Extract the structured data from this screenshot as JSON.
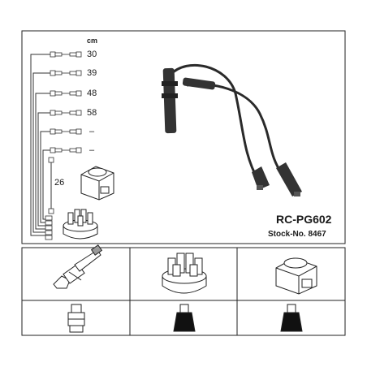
{
  "header": {
    "unit": "cm"
  },
  "leads": [
    {
      "length": "30"
    },
    {
      "length": "39"
    },
    {
      "length": "48"
    },
    {
      "length": "58"
    },
    {
      "length": "–"
    },
    {
      "length": "–"
    }
  ],
  "coil_lead": {
    "length": "26"
  },
  "product": {
    "code": "RC-PG602",
    "stock": "Stock-No. 8467"
  }
}
